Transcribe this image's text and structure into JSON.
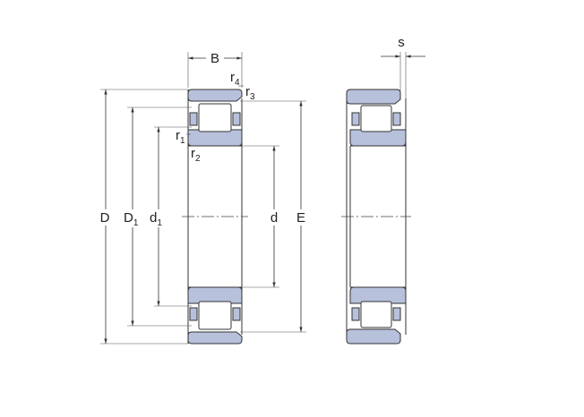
{
  "diagram": {
    "labels": {
      "B": "B",
      "s": "s",
      "r": "r",
      "r4_sub": "4",
      "r3_sub": "3",
      "r1_sub": "1",
      "r2_sub": "2",
      "D": "D",
      "D1_main": "D",
      "D1_sub": "1",
      "d1_main": "d",
      "d1_sub": "1",
      "d": "d",
      "E": "E"
    },
    "colors": {
      "ring_fill": "#b7c1dc",
      "line": "#333333"
    }
  }
}
